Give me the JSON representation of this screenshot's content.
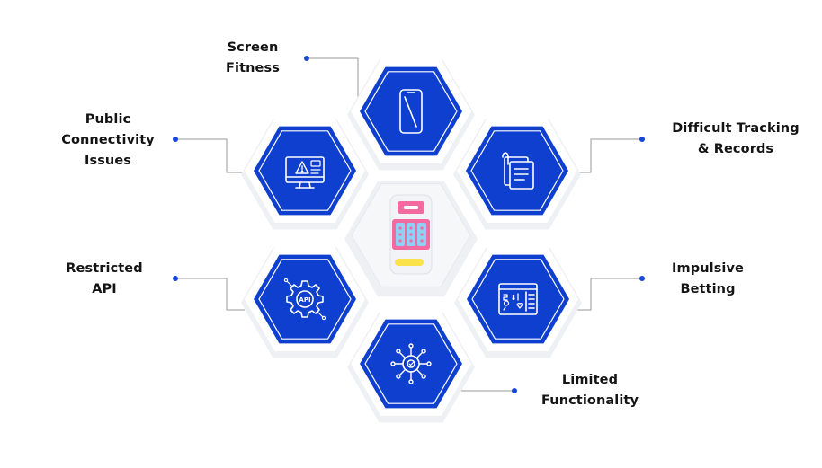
{
  "colors": {
    "hex_fill": "#0f3fcf",
    "hex_border": "#ffffff",
    "hex_shadow": "#eef0f4",
    "connector": "#9a9a9a",
    "dot": "#1846d6",
    "center_pink": "#f26aa0",
    "center_blue": "#8fd0f4",
    "center_yellow": "#f9e24a"
  },
  "center": {
    "icon": "slot-machine-icon"
  },
  "nodes": [
    {
      "id": "screen-fitness",
      "icon": "smartphone-icon",
      "lines": [
        "Screen",
        "Fitness"
      ]
    },
    {
      "id": "difficult-tracking",
      "icon": "clipboard-notes-icon",
      "lines": [
        "Difficult Tracking",
        "& Records"
      ]
    },
    {
      "id": "impulsive-betting",
      "icon": "scoreboard-icon",
      "lines": [
        "Impulsive",
        "Betting"
      ]
    },
    {
      "id": "limited-functionality",
      "icon": "settings-network-icon",
      "lines": [
        "Limited",
        "Functionality"
      ]
    },
    {
      "id": "restricted-api",
      "icon": "api-gear-icon",
      "lines": [
        "Restricted",
        "API"
      ]
    },
    {
      "id": "public-connectivity",
      "icon": "monitor-warning-icon",
      "lines": [
        "Public",
        "Connectivity",
        "Issues"
      ]
    }
  ]
}
